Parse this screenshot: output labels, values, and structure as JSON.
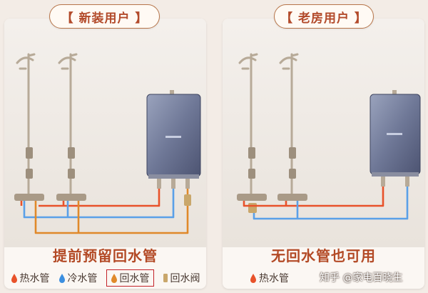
{
  "left": {
    "tag": "【 新装用户 】",
    "caption": "提前预留回水管",
    "legend": [
      {
        "label": "热水管",
        "icon": "hot-drop-icon",
        "color": "#e8522a"
      },
      {
        "label": "冷水管",
        "icon": "cold-drop-icon",
        "color": "#3c8fe0"
      },
      {
        "label": "回水管",
        "icon": "return-drop-icon",
        "color": "#e0892a",
        "boxed": true
      },
      {
        "label": "回水阀",
        "icon": "valve-icon",
        "color": "#c9a76b"
      }
    ]
  },
  "right": {
    "tag": "【 老房用户 】",
    "caption": "无回水管也可用",
    "legend": [
      {
        "label": "热水管",
        "icon": "hot-drop-icon",
        "color": "#e8522a"
      }
    ]
  },
  "watermark": "知乎 @家电百晓生",
  "colors": {
    "hot": "#e8522a",
    "cold": "#5aa0e8",
    "return": "#e0892a",
    "accent": "#b34a26",
    "highlight_box": "#c3232a"
  }
}
